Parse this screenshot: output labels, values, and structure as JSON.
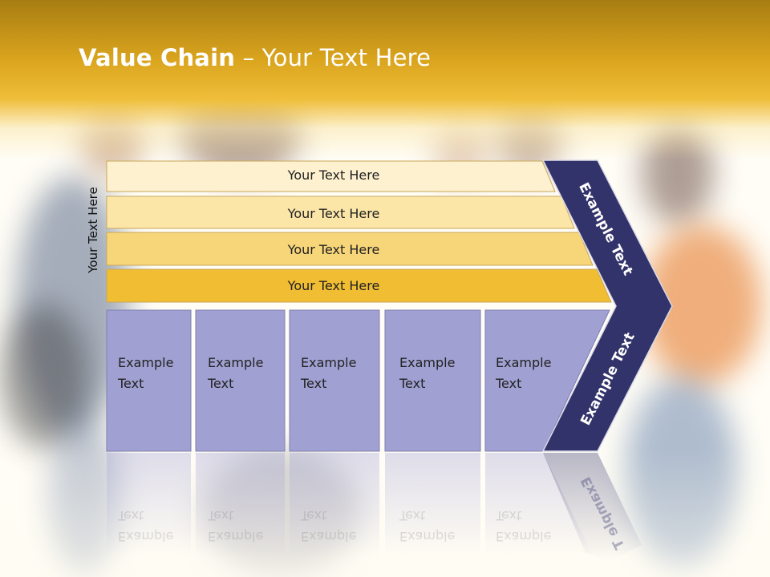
{
  "slide": {
    "title_bold": "Value Chain",
    "title_rest": " – Your Text Here",
    "side_label": "Your Text Here"
  },
  "bars": [
    {
      "label": "Your Text Here"
    },
    {
      "label": "Your Text Here"
    },
    {
      "label": "Your Text Here"
    },
    {
      "label": "Your Text Here"
    }
  ],
  "columns": [
    {
      "line1": "Example",
      "line2": "Text"
    },
    {
      "line1": "Example",
      "line2": "Text"
    },
    {
      "line1": "Example",
      "line2": "Text"
    },
    {
      "line1": "Example",
      "line2": "Text"
    },
    {
      "line1": "Example",
      "line2": "Text"
    }
  ],
  "arrow": {
    "upper_label": "Example Text",
    "lower_label": "Example Text",
    "reflection_label": "Example T"
  },
  "colors": {
    "header": "#dba51e",
    "bar1": "#fdf1cf",
    "bar2": "#fbe6a8",
    "bar3": "#f7d679",
    "bar4": "#f0bd33",
    "columns": "#a0a0d2",
    "arrow": "#33336b"
  }
}
